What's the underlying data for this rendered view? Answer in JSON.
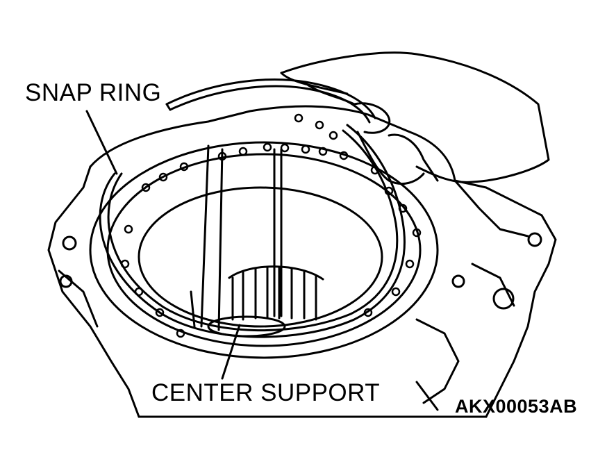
{
  "labels": {
    "snap_ring": "SNAP RING",
    "center_support": "CENTER SUPPORT",
    "figure_code": "AKX00053AB"
  },
  "colors": {
    "line": "#000000",
    "background": "#ffffff"
  }
}
